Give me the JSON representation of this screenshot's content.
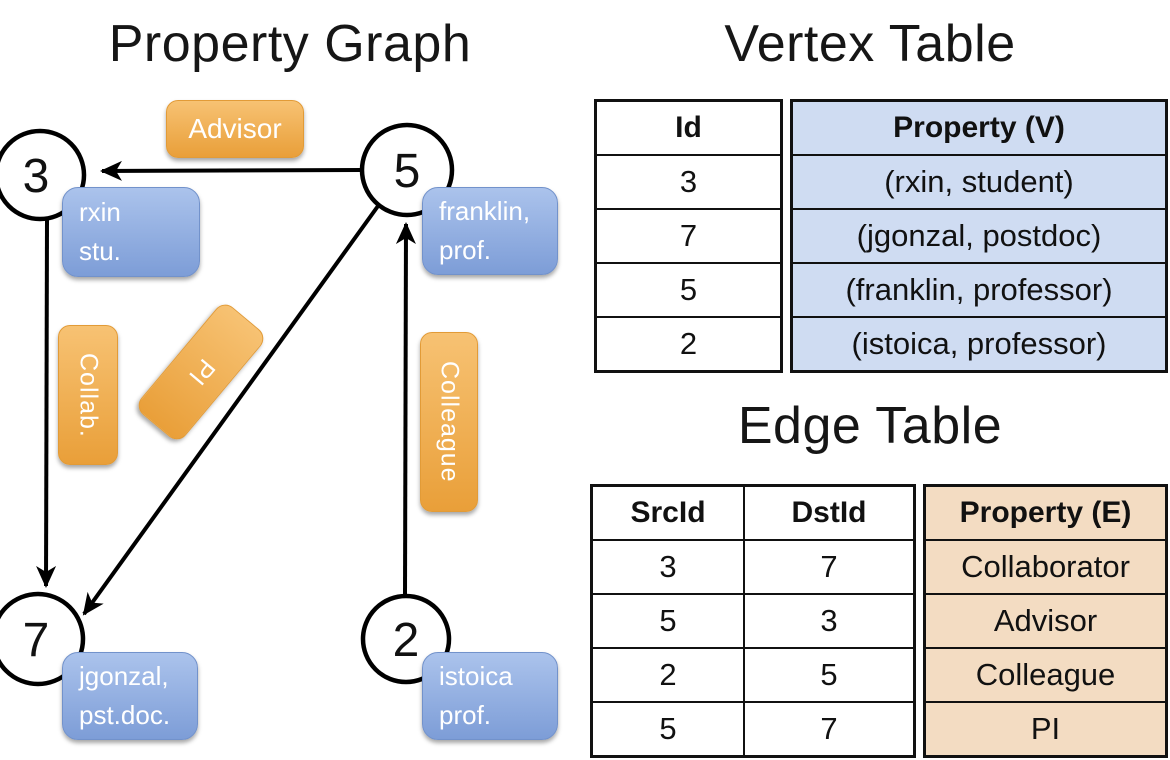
{
  "titles": {
    "graph": "Property Graph",
    "vertex_table": "Vertex Table",
    "edge_table": "Edge Table"
  },
  "graph": {
    "nodes": {
      "n3": {
        "id": "3",
        "prop_line1": "rxin",
        "prop_line2": "stu."
      },
      "n5": {
        "id": "5",
        "prop_line1": "franklin,",
        "prop_line2": "prof."
      },
      "n7": {
        "id": "7",
        "prop_line1": "jgonzal,",
        "prop_line2": "pst.doc."
      },
      "n2": {
        "id": "2",
        "prop_line1": "istoica",
        "prop_line2": "prof."
      }
    },
    "edge_labels": {
      "advisor": "Advisor",
      "collab": "Collab.",
      "pi": "PI",
      "colleague": "Colleague"
    }
  },
  "vertex_table": {
    "headers": {
      "id": "Id",
      "property": "Property (V)"
    },
    "ids": [
      "3",
      "7",
      "5",
      "2"
    ],
    "properties": [
      "(rxin, student)",
      "(jgonzal, postdoc)",
      "(franklin, professor)",
      "(istoica, professor)"
    ]
  },
  "edge_table": {
    "headers": {
      "src": "SrcId",
      "dst": "DstId",
      "property": "Property (E)"
    },
    "src_dst_rows": [
      [
        "3",
        "7"
      ],
      [
        "5",
        "3"
      ],
      [
        "2",
        "5"
      ],
      [
        "5",
        "7"
      ]
    ],
    "properties": [
      "Collaborator",
      "Advisor",
      "Colleague",
      "PI"
    ]
  },
  "colors": {
    "edge_label_orange_top": "#f7c273",
    "edge_label_orange_bottom": "#e99f39",
    "node_property_blue_top": "#abc3ec",
    "node_property_blue_bottom": "#7d9dd7",
    "vertex_property_bg": "#cfdcf2",
    "edge_property_bg": "#f3dcc2"
  }
}
